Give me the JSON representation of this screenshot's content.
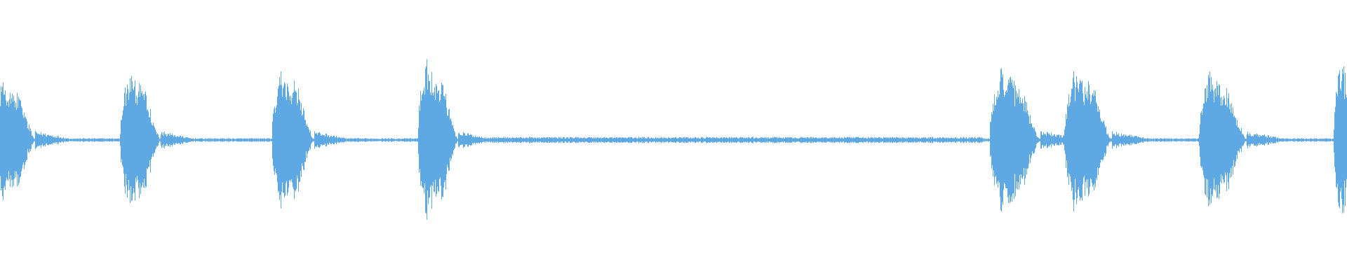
{
  "waveform": {
    "color": "#5ea9e3",
    "background": "#ffffff",
    "baseline_amplitude": 0.012,
    "noise_floor_segments": [
      {
        "from": 0.34,
        "to": 0.73,
        "amplitude": 0.02
      }
    ],
    "bursts": [
      {
        "position": 0.0,
        "width": 0.026,
        "peak": 0.54
      },
      {
        "position": 0.095,
        "width": 0.024,
        "peak": 0.6
      },
      {
        "position": 0.208,
        "width": 0.025,
        "peak": 0.62
      },
      {
        "position": 0.316,
        "width": 0.024,
        "peak": 0.72
      },
      {
        "position": 0.742,
        "width": 0.03,
        "peak": 0.64
      },
      {
        "position": 0.797,
        "width": 0.028,
        "peak": 0.62
      },
      {
        "position": 0.897,
        "width": 0.028,
        "peak": 0.6
      },
      {
        "position": 0.995,
        "width": 0.02,
        "peak": 0.7
      }
    ]
  }
}
